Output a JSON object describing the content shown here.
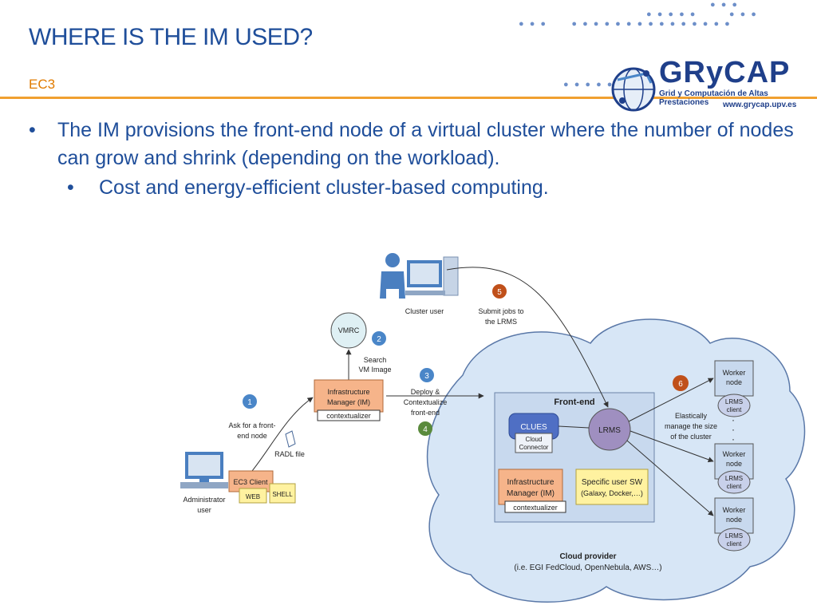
{
  "slide": {
    "title": "WHERE IS THE IM USED?",
    "subtitle": "EC3",
    "bullets": [
      "The IM provisions the front-end node of a virtual cluster where the number of nodes can grow and shrink (depending on the workload).",
      "Cost and energy-efficient cluster-based computing."
    ]
  },
  "logo": {
    "name": "GRyCAP",
    "tagline": "Grid y Computación de Altas Prestaciones",
    "url": "www.grycap.upv.es"
  },
  "diagram": {
    "steps": [
      "1",
      "2",
      "3",
      "4",
      "5",
      "6"
    ],
    "cluster_user": "Cluster user",
    "submit_jobs": [
      "Submit jobs to",
      "the LRMS"
    ],
    "vmrc": "VMRC",
    "search_vm": [
      "Search",
      "VM Image"
    ],
    "im_top": [
      "Infrastructure",
      "Manager (IM)"
    ],
    "contextualizer": "contextualizer",
    "deploy": [
      "Deploy &",
      "Contextualize",
      "front-end"
    ],
    "ask_frontend": [
      "Ask for a front-",
      "end node"
    ],
    "radl_file": "RADL file",
    "ec3_client": "EC3 Client",
    "web": "WEB",
    "shell": "SHELL",
    "admin_user": [
      "Administrator",
      "user"
    ],
    "frontend": "Front-end",
    "clues": "CLUES",
    "cloud_connector": [
      "Cloud",
      "Connector"
    ],
    "lrms": "LRMS",
    "im_inner": [
      "Infrastructure",
      "Manager (IM)"
    ],
    "specific_sw": [
      "Specific user SW",
      "(Galaxy, Docker,…)"
    ],
    "elastic": [
      "Elastically",
      "manage the size",
      "of the cluster"
    ],
    "worker_node": [
      "Worker",
      "node"
    ],
    "lrms_client": [
      "LRMS",
      "client"
    ],
    "cloud_provider": [
      "Cloud provider",
      "(i.e. EGI FedCloud, OpenNebula, AWS…)"
    ]
  },
  "colors": {
    "title": "#1f4e9a",
    "accent": "#f0a030",
    "step_blue": "#4a86c8",
    "step_green": "#5a8a3c",
    "step_orange": "#c0501a",
    "im_box": "#f6b48a",
    "vmrc": "#dff0f4",
    "clues": "#4f6fc4",
    "lrms": "#9f8fc0",
    "cloud": "#d7e6f6",
    "sw_box": "#fff2a0"
  }
}
